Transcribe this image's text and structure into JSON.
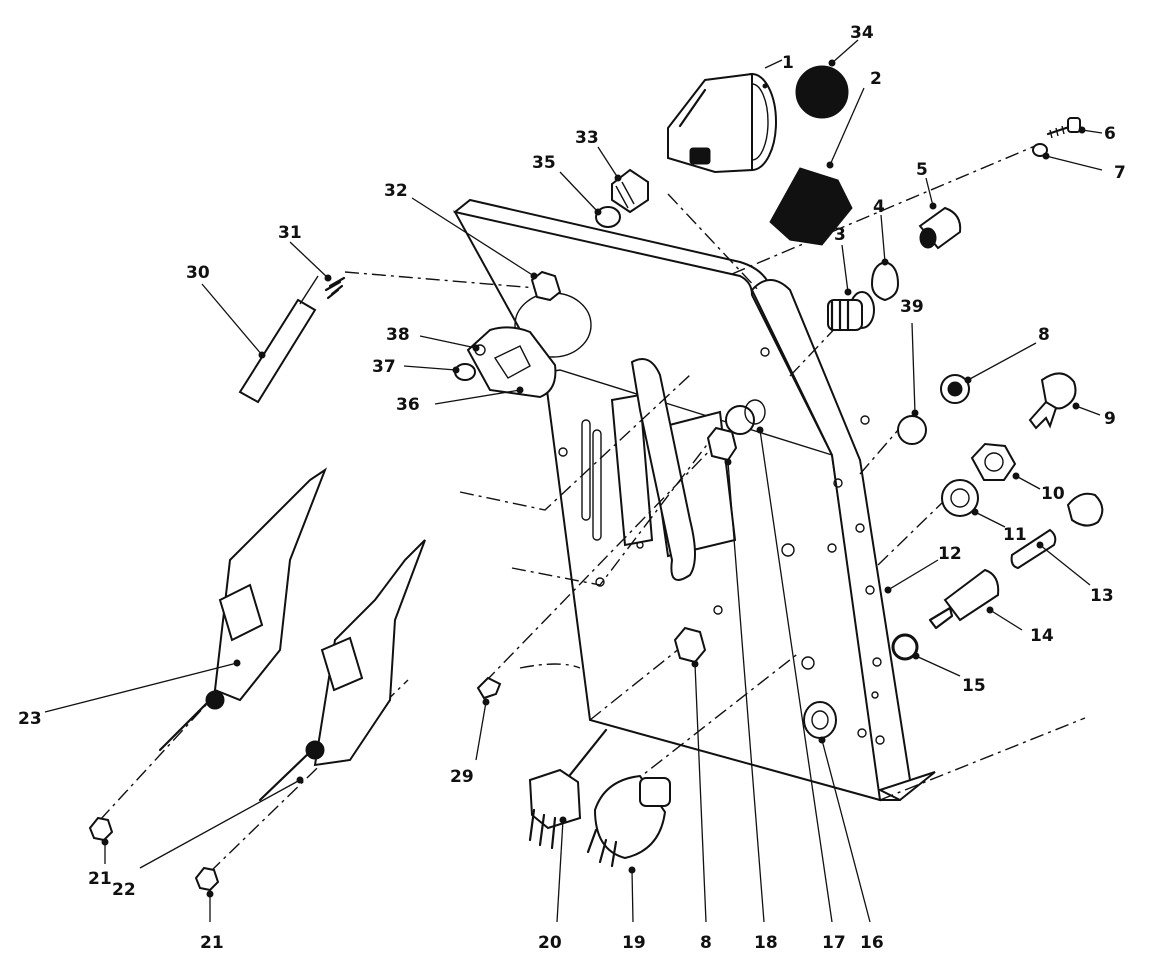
{
  "diagram": {
    "callouts": [
      "1",
      "2",
      "3",
      "4",
      "5",
      "6",
      "7",
      "8",
      "8",
      "9",
      "10",
      "11",
      "12",
      "13",
      "14",
      "15",
      "16",
      "17",
      "18",
      "19",
      "20",
      "21",
      "21",
      "22",
      "23",
      "29",
      "30",
      "31",
      "32",
      "33",
      "34",
      "35",
      "36",
      "37",
      "38",
      "39"
    ]
  },
  "colors": {
    "ink": "#111111",
    "paper": "#ffffff"
  }
}
